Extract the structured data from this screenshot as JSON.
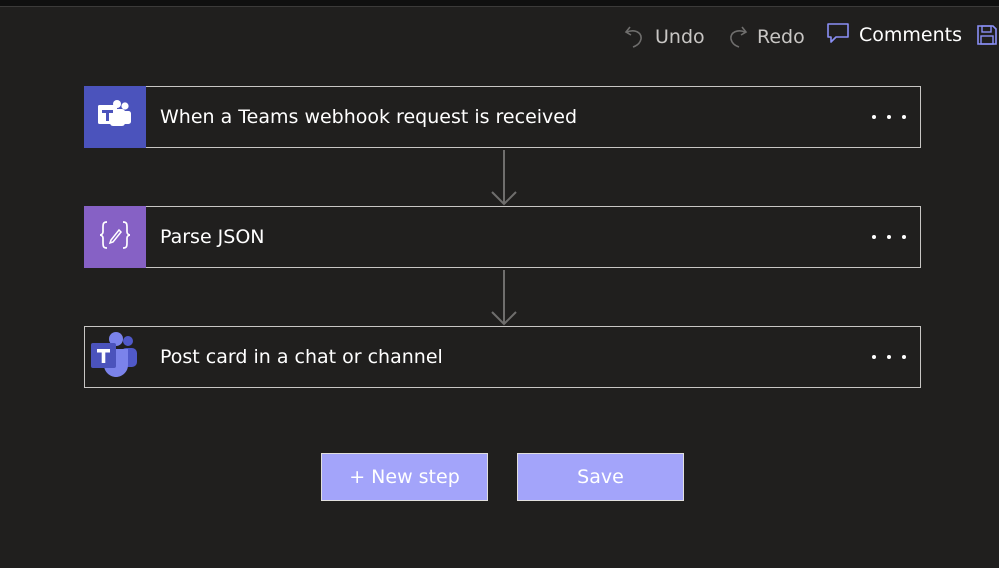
{
  "toolbar": {
    "undo_label": "Undo",
    "redo_label": "Redo",
    "comments_label": "Comments"
  },
  "steps": [
    {
      "title": "When a Teams webhook request is received",
      "icon": "teams-app-icon",
      "tile_color": "#4b53bc"
    },
    {
      "title": "Parse JSON",
      "icon": "curly-braces-icon",
      "tile_color": "#8661c5"
    },
    {
      "title": "Post card in a chat or channel",
      "icon": "teams-logo-icon",
      "tile_color": ""
    }
  ],
  "actions": {
    "new_step_label": "+ New step",
    "save_label": "Save"
  },
  "colors": {
    "background": "#201f1e",
    "button_fill": "#a3a4fa",
    "accent": "#8a8ff5"
  }
}
